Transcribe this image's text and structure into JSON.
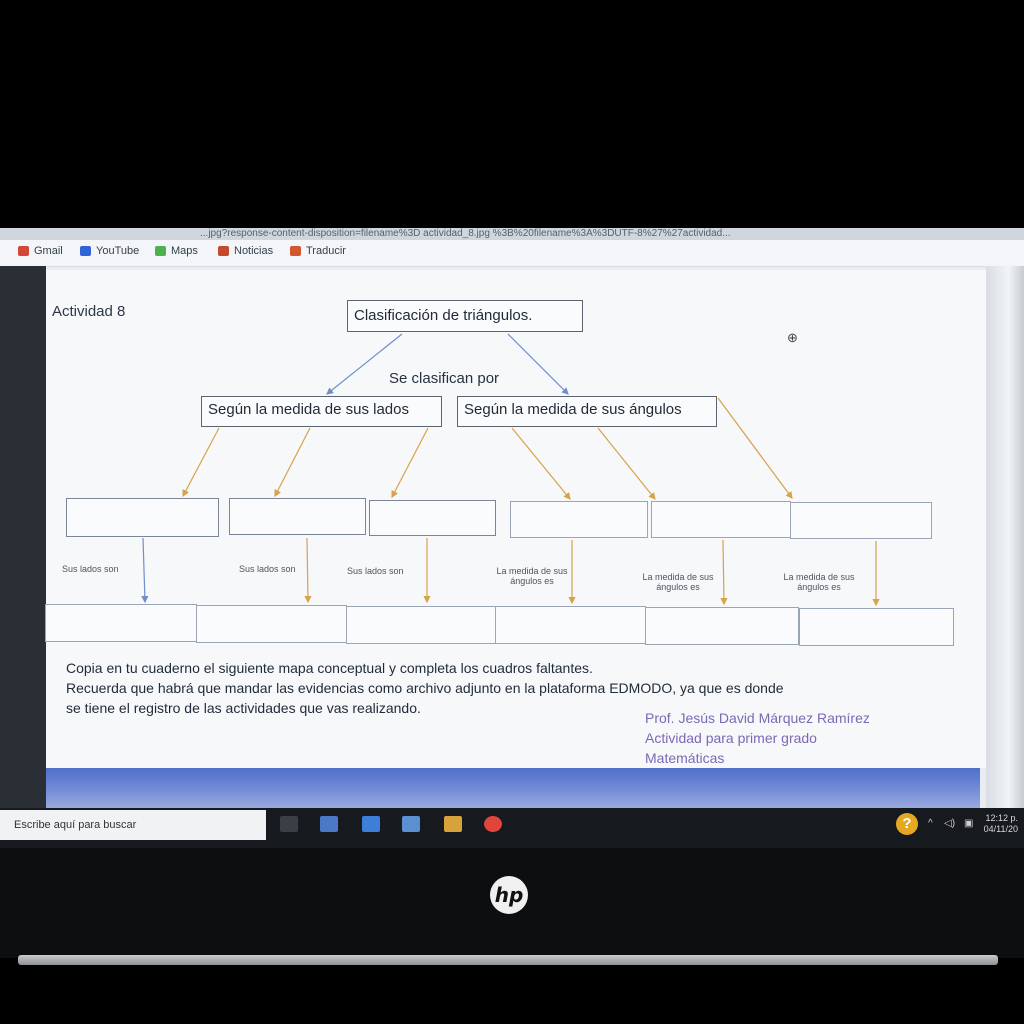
{
  "browser": {
    "url_fragment": "...jpg?response-content-disposition=filename%3D actividad_8.jpg %3B%20filename%3A%3DUTF-8%27%27actividad...",
    "bookmarks": [
      "Gmail",
      "YouTube",
      "Maps",
      "Noticias",
      "Traducir"
    ]
  },
  "document": {
    "activity_label": "Actividad 8",
    "main_title": "Clasificación de triángulos.",
    "classify_label": "Se clasifican por",
    "branch_sides": "Según la medida de sus lados",
    "branch_angles": "Según la medida de sus ángulos",
    "sides_labels": [
      "Sus lados son",
      "Sus lados son",
      "Sus lados son"
    ],
    "angles_labels": [
      "La medida de sus ángulos es",
      "La medida de sus ángulos es",
      "La medida de sus ángulos es"
    ],
    "instructions": [
      "Copia en tu cuaderno el siguiente mapa conceptual y completa los cuadros faltantes.",
      "Recuerda que habrá que mandar las evidencias como archivo adjunto en la plataforma EDMODO, ya que es donde",
      "se tiene el registro de las actividades que vas realizando."
    ],
    "author": "Prof. Jesús David Márquez Ramírez",
    "course": "Actividad para primer grado",
    "subject": "Matemáticas"
  },
  "taskbar": {
    "search_placeholder": "Escribe aquí para buscar",
    "time": "12:12 p.",
    "date": "04/11/20"
  },
  "laptop": {
    "brand": "hp"
  },
  "colors": {
    "arrow": "#d7a24a",
    "connector": "#6f8fc9",
    "link_text": "#7b69b5"
  }
}
